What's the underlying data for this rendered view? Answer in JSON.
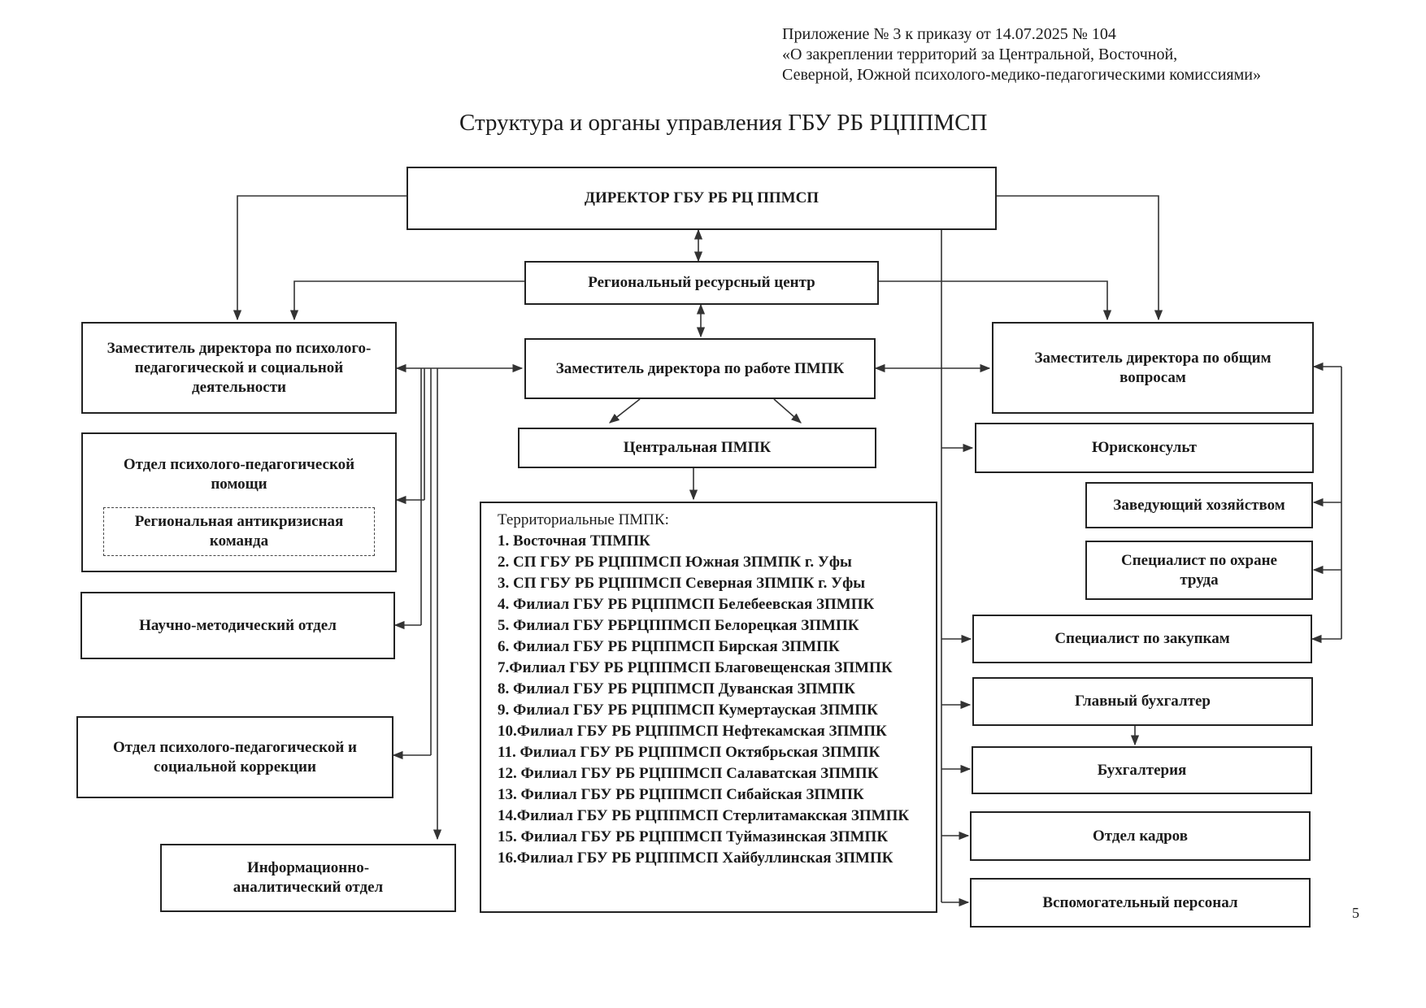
{
  "header": {
    "lines": [
      "Приложение № 3 к приказу от 14.07.2025 № 104",
      "«О закреплении территорий за Центральной, Восточной,",
      "Северной, Южной психолого-медико-педагогическими комиссиями»"
    ]
  },
  "title": "Структура и органы управления ГБУ РБ РЦППМСП",
  "boxes": {
    "director": "ДИРЕКТОР ГБУ РБ РЦ ППМСП",
    "resource_center": "Региональный ресурсный центр",
    "deputy_psych": [
      "Заместитель директора по психолого-",
      "педагогической и социальной",
      "деятельности"
    ],
    "deputy_pmpk": "Заместитель директора по работе ПМПК",
    "deputy_general": [
      "Заместитель директора по общим",
      "вопросам"
    ],
    "central_pmpk": "Центральная ПМПК",
    "dept_psych_help": [
      "Отдел психолого-педагогической",
      "помощи"
    ],
    "anticrisis_team": [
      "Региональная антикризисная",
      "команда"
    ],
    "sci_method": "Научно-методический отдел",
    "dept_correction": [
      "Отдел психолого-педагогической и",
      "социальной коррекции"
    ],
    "info_analytic": [
      "Информационно-",
      "аналитический отдел"
    ],
    "legal": "Юрисконсульт",
    "household": "Заведующий хозяйством",
    "labor_safety": [
      "Специалист по охране",
      "труда"
    ],
    "procurement": "Специалист по закупкам",
    "chief_accountant": "Главный бухгалтер",
    "accounting": "Бухгалтерия",
    "hr": "Отдел кадров",
    "aux_staff": "Вспомогательный персонал"
  },
  "territorial": {
    "heading": "Территориальные ПМПК:",
    "items": [
      "1.  Восточная ТПМПК",
      "2. СП ГБУ РБ РЦППМСП Южная ЗПМПК г. Уфы",
      "3. СП ГБУ РБ РЦППМСП Северная ЗПМПК г. Уфы",
      "4. Филиал ГБУ РБ РЦППМСП Белебеевская ЗПМПК",
      "5. Филиал ГБУ РБРЦППМСП Белорецкая ЗПМПК",
      "6. Филиал ГБУ РБ РЦППМСП Бирская ЗПМПК",
      "7.Филиал ГБУ РБ РЦППМСП Благовещенская ЗПМПК",
      "8. Филиал ГБУ РБ РЦППМСП Дуванская ЗПМПК",
      "9. Филиал ГБУ РБ РЦППМСП Кумертауская ЗПМПК",
      "10.Филиал ГБУ РБ РЦППМСП Нефтекамская ЗПМПК",
      "11. Филиал ГБУ РБ РЦППМСП Октябрьская ЗПМПК",
      "12. Филиал ГБУ РБ РЦППМСП Салаватская ЗПМПК",
      "13. Филиал ГБУ РБ РЦППМСП Сибайская ЗПМПК",
      "14.Филиал ГБУ РБ РЦППМСП Стерлитамакская ЗПМПК",
      "15. Филиал ГБУ РБ РЦППМСП Туймазинская ЗПМПК",
      "16.Филиал ГБУ РБ РЦППМСП Хайбуллинская ЗПМПК"
    ]
  },
  "page_number": "5"
}
